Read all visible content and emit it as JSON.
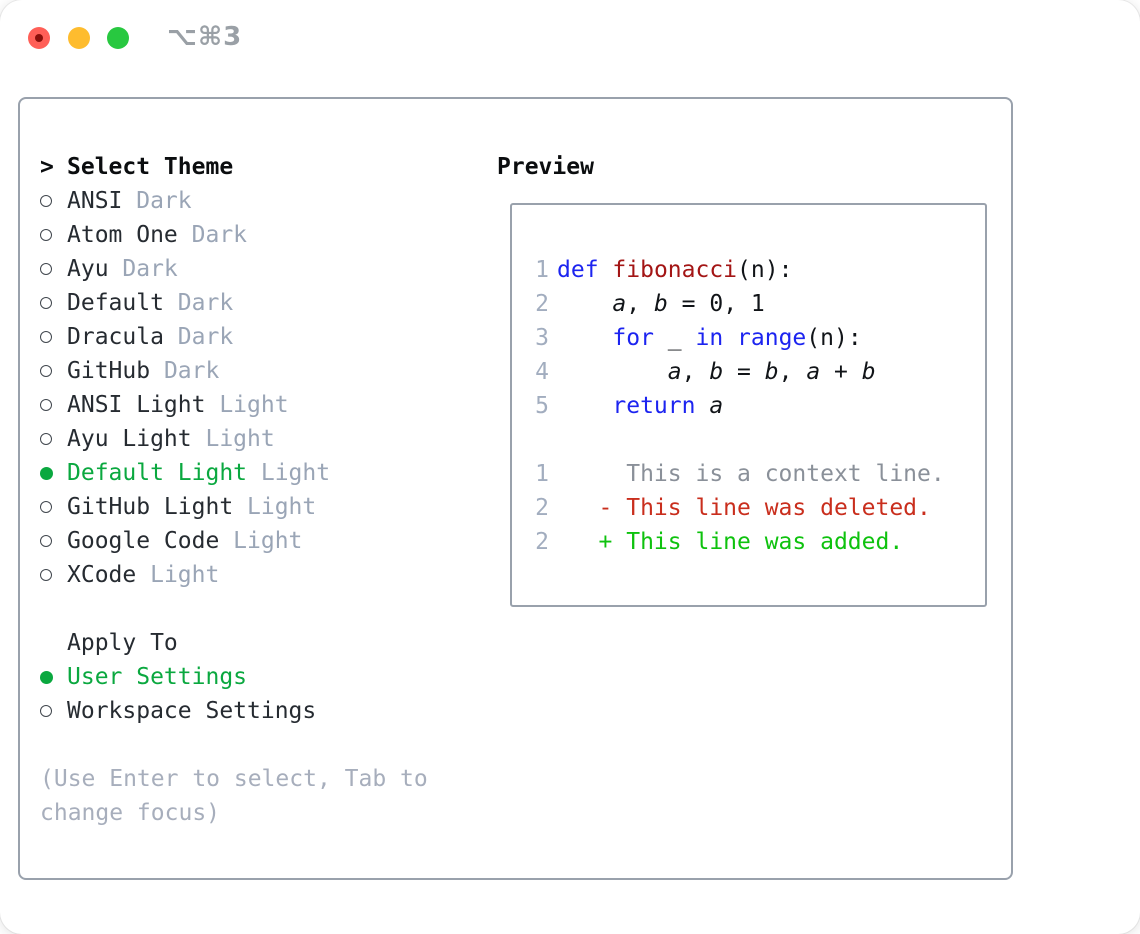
{
  "titlebar": {
    "shortcut": "⌥⌘3"
  },
  "colors": {
    "selected_green": "#0aa83f",
    "added_green": "#0ec20e",
    "deleted_red": "#c92e1d",
    "keyword_blue": "#1c24f0",
    "function_red": "#a31515",
    "muted_gray": "#9aa5b6",
    "border_gray": "#99a1ac"
  },
  "theme_panel": {
    "caret": ">",
    "title": "Select Theme",
    "items": [
      {
        "name": "ANSI",
        "variant": "Dark",
        "selected": false
      },
      {
        "name": "Atom One",
        "variant": "Dark",
        "selected": false
      },
      {
        "name": "Ayu",
        "variant": "Dark",
        "selected": false
      },
      {
        "name": "Default",
        "variant": "Dark",
        "selected": false
      },
      {
        "name": "Dracula",
        "variant": "Dark",
        "selected": false
      },
      {
        "name": "GitHub",
        "variant": "Dark",
        "selected": false
      },
      {
        "name": "ANSI Light",
        "variant": "Light",
        "selected": false
      },
      {
        "name": "Ayu Light",
        "variant": "Light",
        "selected": false
      },
      {
        "name": "Default Light",
        "variant": "Light",
        "selected": true
      },
      {
        "name": "GitHub Light",
        "variant": "Light",
        "selected": false
      },
      {
        "name": "Google Code",
        "variant": "Light",
        "selected": false
      },
      {
        "name": "XCode",
        "variant": "Light",
        "selected": false
      }
    ],
    "apply_to": {
      "title": "Apply To",
      "options": [
        {
          "label": "User Settings",
          "selected": true
        },
        {
          "label": "Workspace Settings",
          "selected": false
        }
      ]
    },
    "hint_line1": "(Use Enter to select, Tab to",
    "hint_line2": "change focus)"
  },
  "preview": {
    "title": "Preview",
    "code_lines": [
      {
        "num": "1",
        "tokens": [
          [
            "kw",
            "def"
          ],
          [
            "pl",
            " "
          ],
          [
            "fn",
            "fibonacci"
          ],
          [
            "pl",
            "(n):"
          ]
        ]
      },
      {
        "num": "2",
        "tokens": [
          [
            "pl",
            "    "
          ],
          [
            "var",
            "a"
          ],
          [
            "pl",
            ", "
          ],
          [
            "var",
            "b"
          ],
          [
            "pl",
            " = 0, 1"
          ]
        ]
      },
      {
        "num": "3",
        "tokens": [
          [
            "pl",
            "    "
          ],
          [
            "kw",
            "for"
          ],
          [
            "pl",
            " _ "
          ],
          [
            "kw",
            "in"
          ],
          [
            "pl",
            " "
          ],
          [
            "kw",
            "range"
          ],
          [
            "pl",
            "(n):"
          ]
        ]
      },
      {
        "num": "4",
        "tokens": [
          [
            "pl",
            "        "
          ],
          [
            "var",
            "a"
          ],
          [
            "pl",
            ", "
          ],
          [
            "var",
            "b"
          ],
          [
            "pl",
            " = "
          ],
          [
            "var",
            "b"
          ],
          [
            "pl",
            ", "
          ],
          [
            "var",
            "a"
          ],
          [
            "pl",
            " + "
          ],
          [
            "var",
            "b"
          ]
        ]
      },
      {
        "num": "5",
        "tokens": [
          [
            "pl",
            "    "
          ],
          [
            "kw",
            "return"
          ],
          [
            "pl",
            " "
          ],
          [
            "var",
            "a"
          ]
        ]
      }
    ],
    "diff_lines": [
      {
        "num": "1",
        "type": "context",
        "text": "     This is a context line."
      },
      {
        "num": "2",
        "type": "deleted",
        "text": "   - This line was deleted."
      },
      {
        "num": "2",
        "type": "added",
        "text": "   + This line was added."
      }
    ]
  }
}
